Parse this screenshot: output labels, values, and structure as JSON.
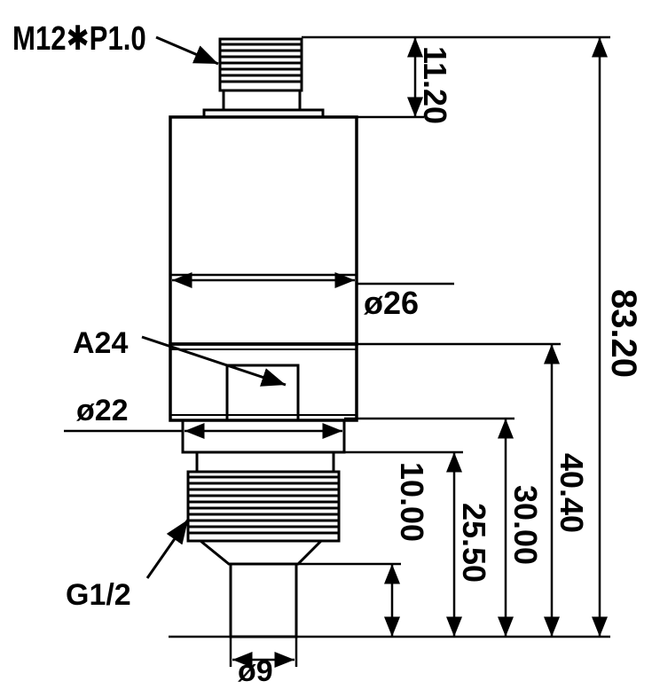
{
  "labels": {
    "thread_top": "M12✱P1.0",
    "hex": "A24",
    "dia_body": "ø26",
    "dia_flange": "ø22",
    "thread_bottom": "G1/2",
    "dia_tip": "ø9"
  },
  "dimensions": {
    "connector_height": "11.20",
    "overall_height": "83.20",
    "to_hex": "40.40",
    "to_flange": "30.00",
    "thread_length": "25.50",
    "tip_length": "10.00"
  },
  "colors": {
    "ink": "#000000",
    "background": "#ffffff"
  }
}
